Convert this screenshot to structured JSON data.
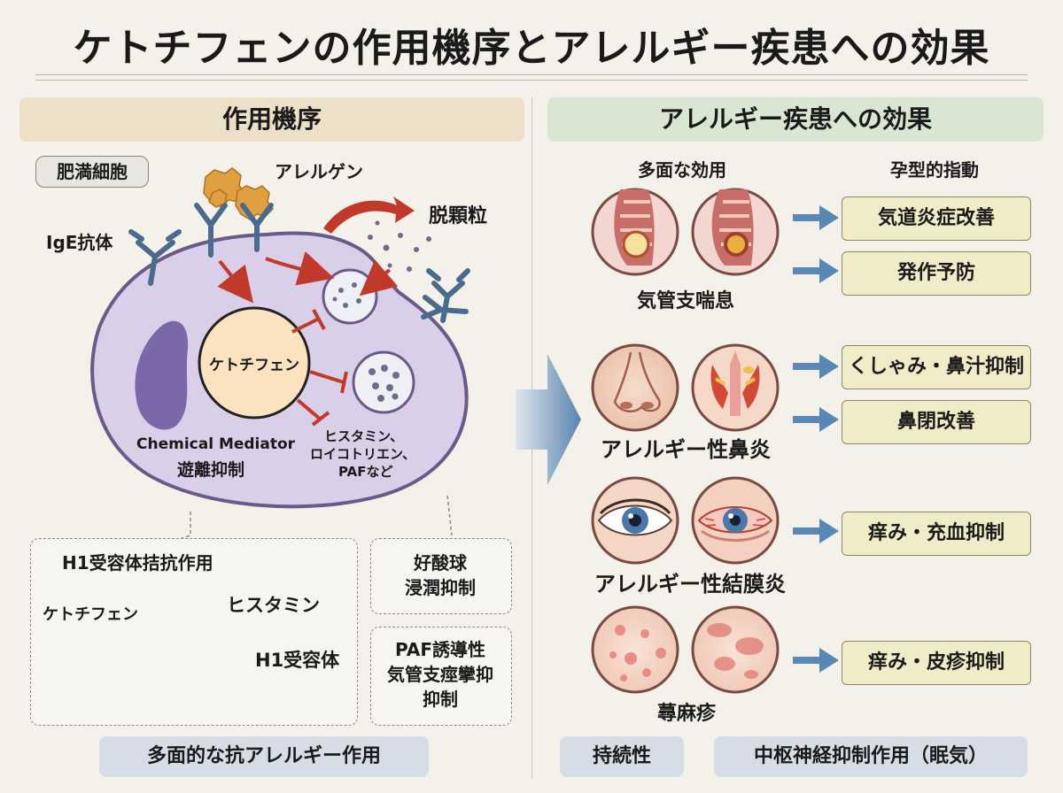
{
  "title": "ケトチフェンの作用機序とアレルギー疾患への効果",
  "left": {
    "header": "作用機序",
    "mast_cell_label": "肥満細胞",
    "allergen_label": "アレルゲン",
    "ige_label": "IgE抗体",
    "degranulation_label": "脱顆粒",
    "drug_label": "ケトチフェン",
    "mediator_line1": "Chemical Mediator",
    "mediator_line2": "遊離抑制",
    "mediators_line1": "ヒスタミン、",
    "mediators_line2": "ロイコトリエン、",
    "mediators_line3": "PAFなど",
    "h1_box": {
      "title": "H1受容体拮抗作用",
      "drug": "ケトチフェン",
      "histamine": "ヒスタミン",
      "receptor": "H1受容体"
    },
    "eosinophil_line1": "好酸球",
    "eosinophil_line2": "浸潤抑制",
    "paf_line1": "PAF誘導性",
    "paf_line2": "気管支痙攣抑",
    "paf_line3": "抑制",
    "footer": "多面的な抗アレルギー作用"
  },
  "right": {
    "header": "アレルギー疾患への効果",
    "col1": "多面な効用",
    "col2": "孕型的指動",
    "diseases": [
      {
        "name": "気管支喘息",
        "effects": [
          "気道炎症改善",
          "発作予防"
        ]
      },
      {
        "name": "アレルギー性鼻炎",
        "effects": [
          "くしゃみ・鼻汁抑制",
          "鼻閉改善"
        ]
      },
      {
        "name": "アレルギー性結膜炎",
        "effects": [
          "痒み・充血抑制"
        ]
      },
      {
        "name": "蕁麻疹",
        "effects": [
          "痒み・皮疹抑制"
        ]
      }
    ],
    "footer_left": "持続性",
    "footer_right": "中枢神経抑制作用（眠気）"
  },
  "colors": {
    "cell_fill": "#d9cfe8",
    "cell_stroke": "#6a5a8a",
    "nucleus": "#7a68a8",
    "drug_fill": "#fbe3bf",
    "inhibit": "#c0392b",
    "arrow_blue": "#4a78a8",
    "allergen": "#e0a040"
  }
}
